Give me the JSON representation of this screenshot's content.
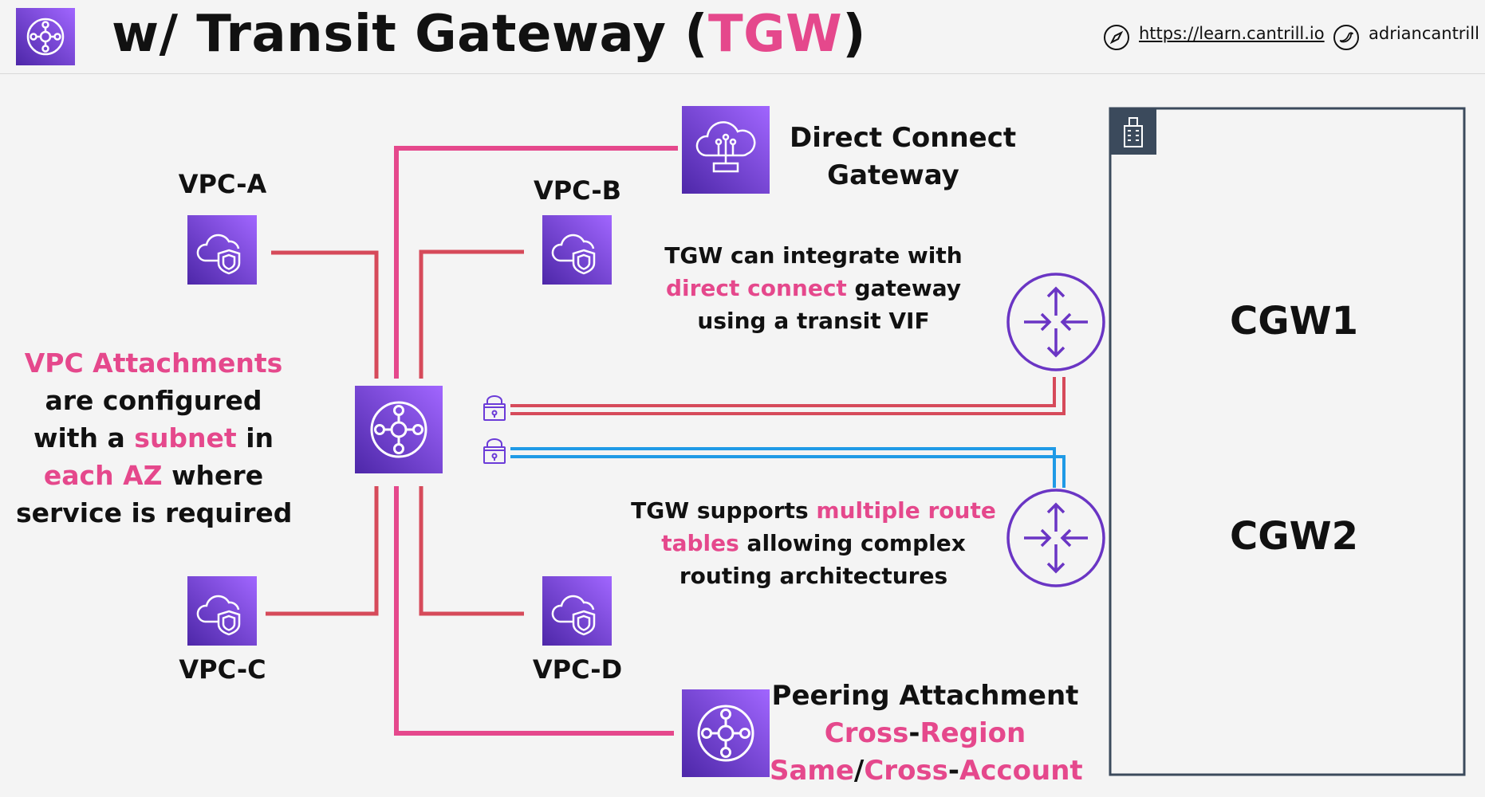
{
  "header": {
    "title_prefix": "w/ Transit Gateway (",
    "title_highlight": "TGW",
    "title_suffix": ")",
    "website": "https://learn.cantrill.io",
    "twitter": "adriancantrill"
  },
  "vpcs": {
    "a": "VPC-A",
    "b": "VPC-B",
    "c": "VPC-C",
    "d": "VPC-D"
  },
  "dx_gateway": {
    "line1": "Direct Connect",
    "line2": "Gateway"
  },
  "dx_note": {
    "line1": "TGW can integrate with",
    "line2_highlight": "direct connect",
    "line2_rest": " gateway",
    "line3": "using a transit VIF"
  },
  "rt_note": {
    "line1_plain": "TGW supports ",
    "line1_highlight": "multiple route",
    "line2_highlight": "tables",
    "line2_rest": " allowing complex",
    "line3": "routing architectures"
  },
  "attach_note": {
    "line1_highlight": "VPC Attachments",
    "line2": "are configured",
    "line3_plain": "with a ",
    "line3_highlight": "subnet",
    "line3_rest": " in",
    "line4_highlight": "each AZ",
    "line4_rest": " where",
    "line5": "service is required"
  },
  "peering": {
    "line1": "Peering Attachment",
    "line2_highlight_a": "Cross",
    "line2_dash": "-",
    "line2_highlight_b": "Region",
    "line3_highlight_a": "Same",
    "line3_slash": "/",
    "line3_highlight_b": "Cross",
    "line3_dash": "-",
    "line3_highlight_c": "Account"
  },
  "cgws": {
    "one": "CGW1",
    "two": "CGW2"
  },
  "colors": {
    "pink": "#e5488c",
    "red": "#d64a5a",
    "blue": "#1f9ae6",
    "purple": "#6b3bd8",
    "router": "#6a35c4"
  }
}
